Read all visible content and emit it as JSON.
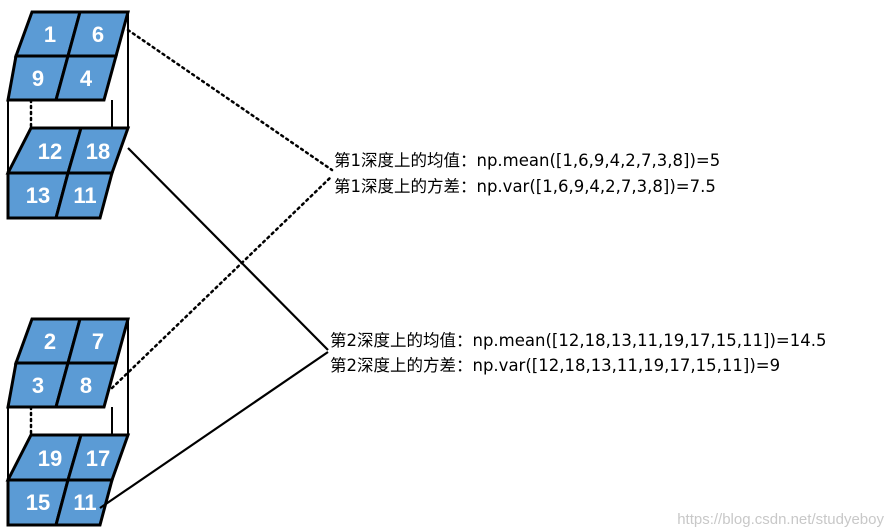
{
  "blocks": [
    {
      "front": [
        "1",
        "6",
        "9",
        "4"
      ],
      "back": [
        "12",
        "18",
        "13",
        "11"
      ]
    },
    {
      "front": [
        "2",
        "7",
        "3",
        "8"
      ],
      "back": [
        "19",
        "17",
        "15",
        "11"
      ]
    }
  ],
  "annotations": {
    "depth1_mean": "第1深度上的均值：np.mean([1,6,9,4,2,7,3,8])=5",
    "depth1_var": "第1深度上的方差：np.var([1,6,9,4,2,7,3,8])=7.5",
    "depth2_mean": "第2深度上的均值：np.mean([12,18,13,11,19,17,15,11])=14.5",
    "depth2_var": "第2深度上的方差：np.var([12,18,13,11,19,17,15,11])=9"
  },
  "watermark": "https://blog.csdn.net/studyeboy",
  "colors": {
    "cell_fill": "#5b9bd5",
    "cell_text": "#ffffff",
    "outline": "#000000"
  }
}
